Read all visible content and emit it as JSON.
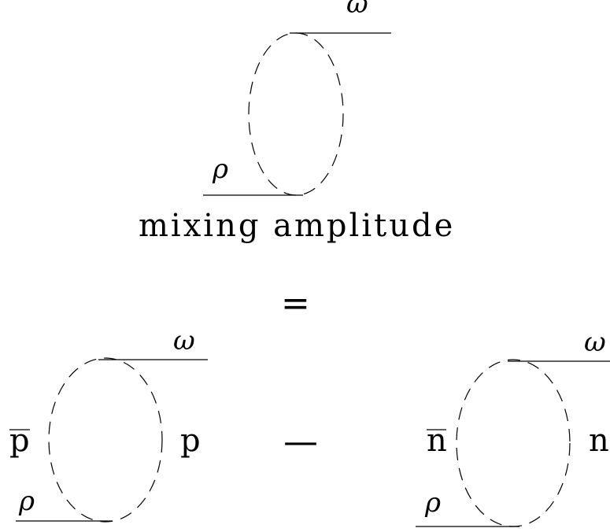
{
  "top_diagram": {
    "label_in": "ρ",
    "label_out": "ω"
  },
  "caption": "mixing amplitude",
  "equals": "=",
  "minus": "—",
  "left_diagram": {
    "label_in": "ρ",
    "label_out": "ω",
    "loop_left": "p",
    "loop_right": "p"
  },
  "right_diagram": {
    "label_in": "ρ",
    "label_out": "ω",
    "loop_left": "n",
    "loop_right": "n"
  }
}
